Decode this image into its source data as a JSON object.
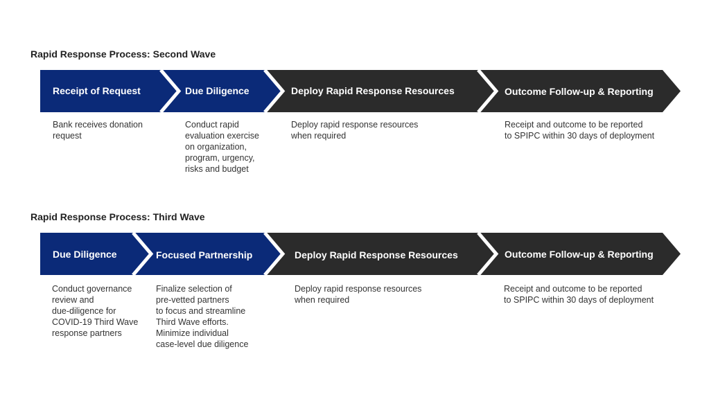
{
  "colors": {
    "primary": "#0b2a78",
    "dark": "#2b2b2b",
    "text": "#333333"
  },
  "sections": [
    {
      "title": "Rapid Response Process: Second Wave",
      "steps": [
        {
          "label": "Receipt of Request",
          "color": "primary",
          "description": "Bank receives donation\nrequest"
        },
        {
          "label": "Due Diligence",
          "color": "primary",
          "description": "Conduct rapid\nevaluation exercise\non organization,\nprogram, urgency,\nrisks and budget"
        },
        {
          "label": "Deploy Rapid Response Resources",
          "color": "dark",
          "description": "Deploy rapid response resources\nwhen required"
        },
        {
          "label": "Outcome Follow-up & Reporting",
          "color": "dark",
          "description": "Receipt and outcome to be reported\nto SPIPC within 30 days of deployment"
        }
      ]
    },
    {
      "title": "Rapid Response Process: Third Wave",
      "steps": [
        {
          "label": "Due Diligence",
          "color": "primary",
          "description": "Conduct governance\nreview and\ndue-diligence for\nCOVID-19 Third Wave\nresponse partners"
        },
        {
          "label": "Focused Partnership",
          "color": "primary",
          "description": "Finalize selection of\npre-vetted partners\nto focus and streamline\nThird Wave efforts.\nMinimize individual\ncase-level due diligence"
        },
        {
          "label": "Deploy Rapid Response Resources",
          "color": "dark",
          "description": "Deploy rapid response resources\nwhen required"
        },
        {
          "label": "Outcome Follow-up & Reporting",
          "color": "dark",
          "description": "Receipt and outcome to be reported\nto SPIPC within 30 days of deployment"
        }
      ]
    }
  ]
}
